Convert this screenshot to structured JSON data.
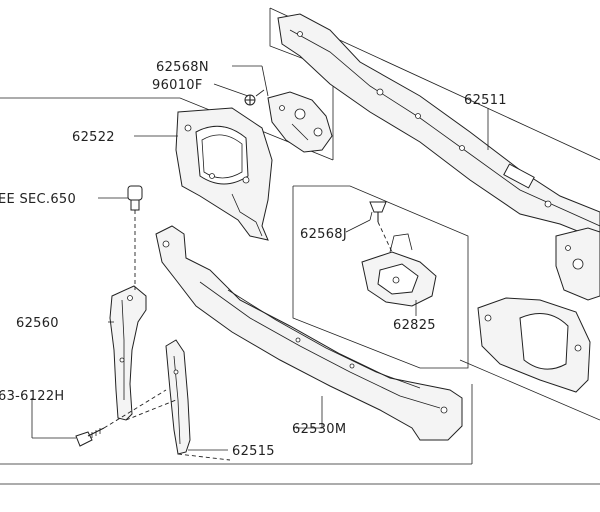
{
  "labels": {
    "p62568N": "62568N",
    "p96010F": "96010F",
    "p62511": "62511",
    "p62522": "62522",
    "see_sec": "EE SEC.650",
    "p62568J": "62568J",
    "p62825": "62825",
    "p62560": "62560",
    "p63_6122H": "63-6122H",
    "p62530M": "62530M",
    "p62515": "62515"
  },
  "colors": {
    "line": "#222222",
    "fill": "#f4f4f4",
    "background": "#ffffff"
  }
}
